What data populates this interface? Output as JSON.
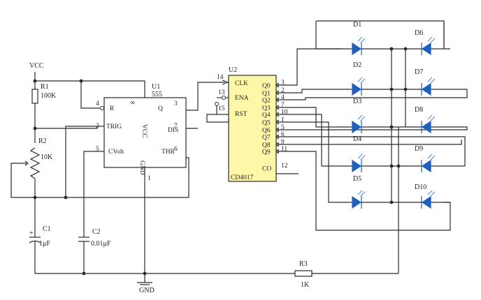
{
  "labels": {
    "vcc": "VCC",
    "r1_name": "R1",
    "r1_value": "100K",
    "r2_name": "R2",
    "r2_value": "10K",
    "c1_name": "C1",
    "c1_value": "1μF",
    "c2_name": "C2",
    "c2_value": "0.01μF",
    "u1_name": "U1",
    "u1_type": "555",
    "u2_name": "U2",
    "u2_type": "CD4017",
    "r3_name": "R3",
    "r3_value": "1K",
    "gnd": "GND",
    "infinity": "∞",
    "plus": "+"
  },
  "ic555": {
    "pins": {
      "R": "R",
      "TRIG": "TRIG",
      "CVolt": "CVolt",
      "Q": "Q",
      "DIS": "DIS",
      "THR": "THR",
      "VCC": "VCC",
      "GND": "GND"
    },
    "pin_numbers": {
      "p4": "4",
      "p2": "2",
      "p5": "5",
      "p3": "3",
      "p7": "7",
      "p6": "6",
      "p1": "1"
    }
  },
  "ic4017": {
    "inputs": {
      "clk": "CLK",
      "ena": "ENA",
      "rst": "RST"
    },
    "input_numbers": {
      "clk": "14",
      "ena": "13",
      "rst": "15"
    },
    "outputs": [
      "Q0",
      "Q1",
      "Q2",
      "Q3",
      "Q4",
      "Q5",
      "Q6",
      "Q7",
      "Q8",
      "Q9",
      "CO"
    ],
    "output_numbers": [
      "3",
      "2",
      "4",
      "7",
      "10",
      "1",
      "5",
      "6",
      "9",
      "11",
      "12"
    ]
  },
  "leds": [
    "D1",
    "D2",
    "D3",
    "D4",
    "D5",
    "D6",
    "D7",
    "D8",
    "D9",
    "D10"
  ]
}
